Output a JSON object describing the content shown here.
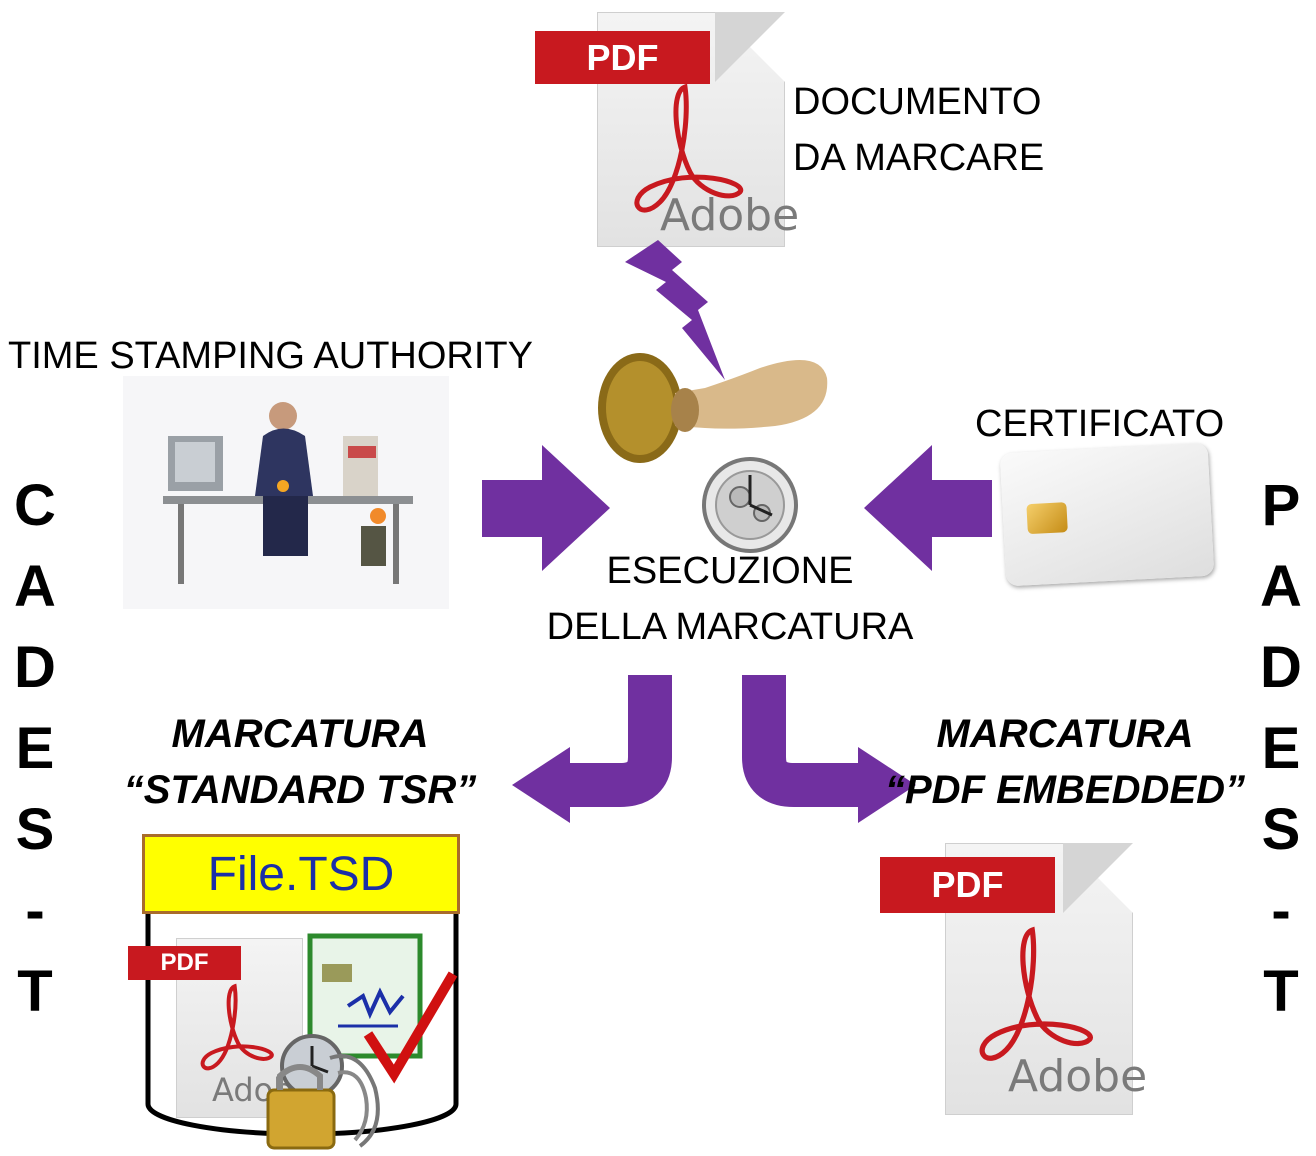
{
  "labels": {
    "documento": "DOCUMENTO\nDA MARCARE",
    "tsa": "TIME STAMPING AUTHORITY",
    "certificato": "CERTIFICATO",
    "esecuzione": "ESECUZIONE\nDELLA MARCATURA",
    "standard": "MARCATURA\n“STANDARD TSR”",
    "embedded": "MARCATURA\n“PDF EMBEDDED”",
    "file_tsd": "File.TSD"
  },
  "pdf_icon": {
    "band": "PDF",
    "brand": "Adobe",
    "brand_cropped": "Adob"
  },
  "left_vertical": [
    "C",
    "A",
    "D",
    "E",
    "S",
    "-",
    "T"
  ],
  "right_vertical": [
    "P",
    "A",
    "D",
    "E",
    "S",
    "-",
    "T"
  ],
  "colors": {
    "arrow": "#7030a0",
    "pdf_band": "#c8191f",
    "tsd_fill": "#ffff00",
    "tsd_text": "#1b2fa8"
  }
}
